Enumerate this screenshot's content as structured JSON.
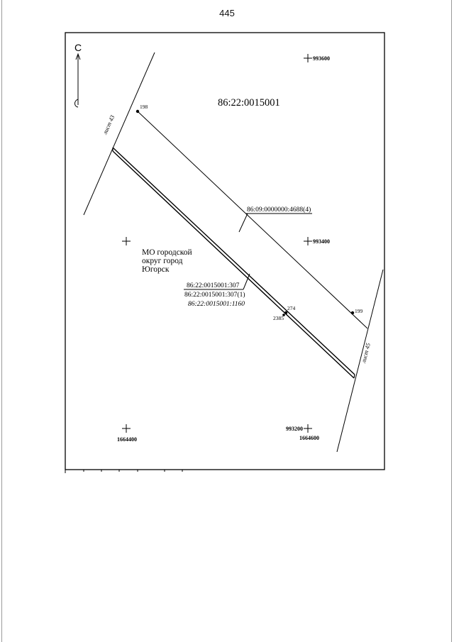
{
  "page": {
    "number": "445"
  },
  "north": {
    "letter": "С"
  },
  "parcels": {
    "main": "86:22:0015001",
    "road": "86:09:0000000:4688(4)",
    "strip_1": "86:22:0015001:307",
    "strip_2": "86:22:0015001:307(1)",
    "strip_3": "86:22:0015001:1160"
  },
  "municipality": {
    "line1": "МО городской",
    "line2": "округ город",
    "line3": "Югорск"
  },
  "sheet_refs": {
    "left": "лист 43",
    "right": "лист 45"
  },
  "points": {
    "p198": "198",
    "p199": "199",
    "p274": "274",
    "p2385": "2385"
  },
  "grid": {
    "y_top": "993600",
    "y_mid": "993400",
    "y_bottom": "993200",
    "x_left": "1664400",
    "x_right": "1664600"
  }
}
